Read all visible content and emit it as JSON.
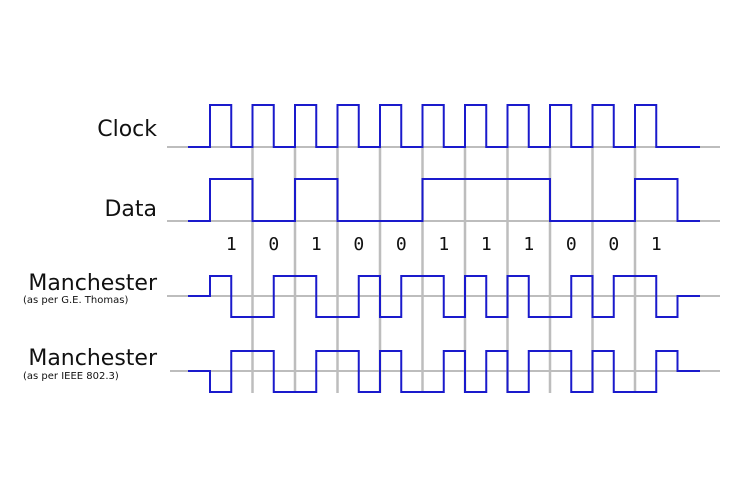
{
  "colors": {
    "signal": "#1a1acc",
    "grid": "#bdbdbd",
    "text": "#111111"
  },
  "bits": [
    "1",
    "0",
    "1",
    "0",
    "0",
    "1",
    "1",
    "1",
    "0",
    "0",
    "1"
  ],
  "rows": {
    "clock": {
      "label": "Clock"
    },
    "data": {
      "label": "Data"
    },
    "thomas": {
      "label": "Manchester",
      "sublabel": "(as per G.E. Thomas)"
    },
    "ieee": {
      "label": "Manchester",
      "sublabel": "(as per IEEE 802.3)"
    }
  }
}
